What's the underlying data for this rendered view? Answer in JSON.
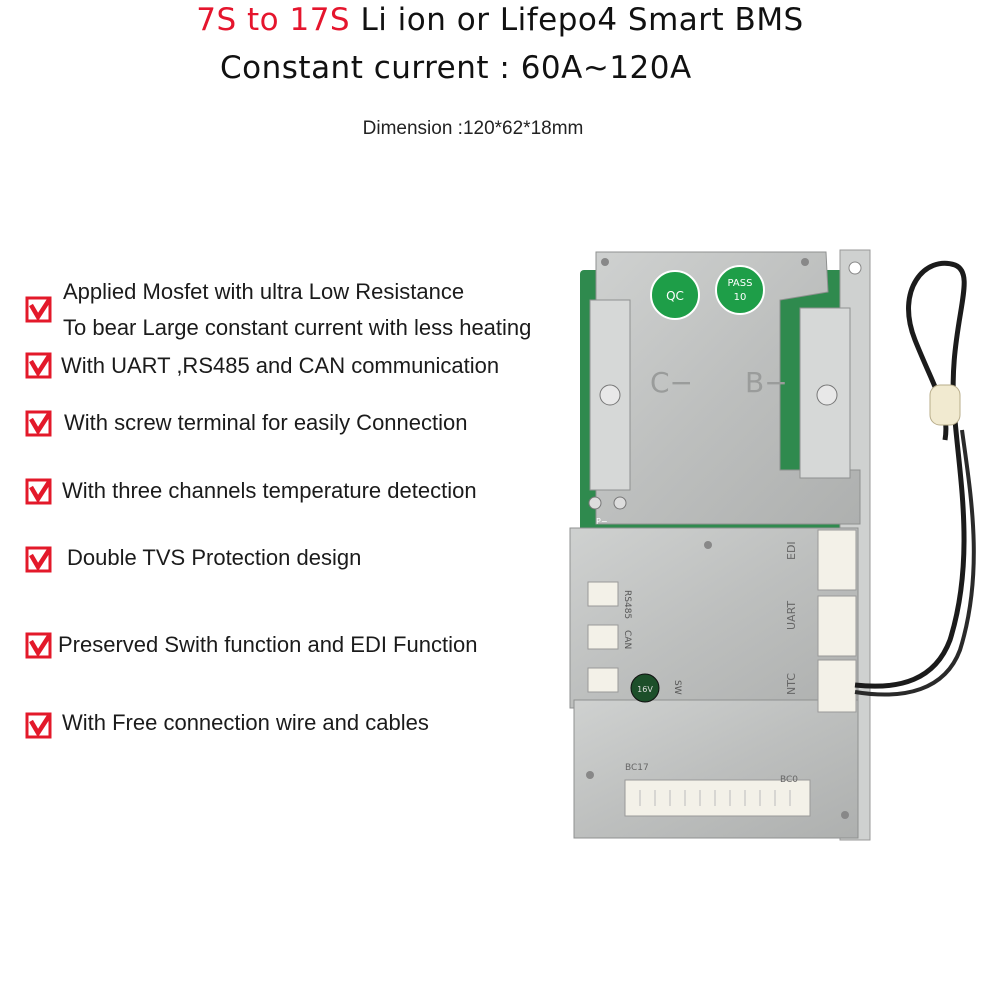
{
  "header": {
    "title_highlight": "7S to 17S",
    "title_rest": " Li ion or Lifepo4 Smart BMS",
    "subtitle": "Constant current : 60A~120A",
    "dimension": "Dimension :120*62*18mm"
  },
  "colors": {
    "accent_red": "#e5152d",
    "check_red": "#e3192a",
    "board_metal": "#bfc1c0",
    "pcb_green": "#2f8a4e"
  },
  "features": [
    {
      "line1": "Applied Mosfet with ultra Low Resistance",
      "line2": "To bear Large constant current with less heating",
      "icon": "red-checkbox-icon"
    },
    {
      "line1": "With UART ,RS485 and CAN communication",
      "icon": "red-checkbox-icon"
    },
    {
      "line1": "With screw terminal for easily Connection",
      "icon": "red-checkbox-icon"
    },
    {
      "line1": "With three channels temperature detection",
      "icon": "red-checkbox-icon"
    },
    {
      "line1": " Double TVS Protection design",
      "icon": "red-checkbox-icon"
    },
    {
      "line1": "Preserved Swith function and EDI Function",
      "icon": "red-checkbox-icon"
    },
    {
      "line1": " With Free connection wire and cables",
      "icon": "red-checkbox-icon"
    }
  ],
  "board": {
    "label_c_minus": "C−",
    "label_b_minus": "B−",
    "label_p_minus": "P−",
    "label_rs485": "RS485",
    "label_can": "CAN",
    "label_sw": "SW",
    "label_edi": "EDI",
    "label_uart": "UART",
    "label_ntc": "NTC",
    "label_bc17": "BC17",
    "label_bc0": "BC0",
    "label_qc": "QC",
    "label_pass": "PASS",
    "label_pass_num": "10",
    "label_cap": "16V"
  }
}
